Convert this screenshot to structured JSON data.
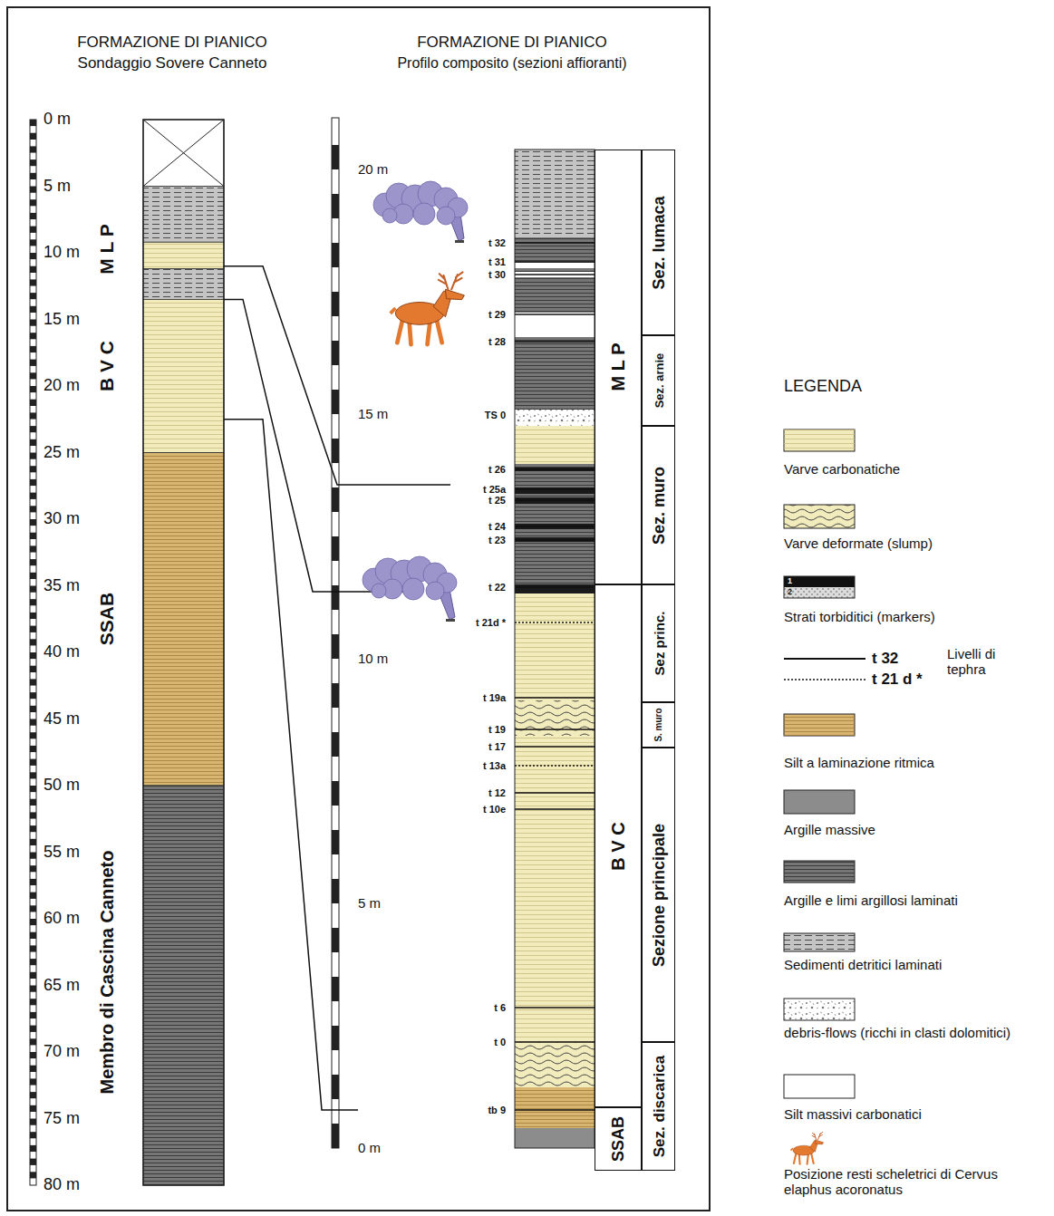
{
  "diagram": {
    "nodes": [
      {
        "text": [
          "M L P"
        ]
      },
      {
        "text": [
          "B V C"
        ]
      },
      {
        "text": [
          "SSAB"
        ]
      },
      {
        "text": [
          "Sez. lumaca"
        ]
      },
      {
        "text": [
          "Sez. arnie"
        ]
      },
      {
        "text": [
          "Sez. muro"
        ]
      },
      {
        "text": [
          "Sez princ."
        ]
      },
      {
        "text": [
          "S. muro"
        ]
      },
      {
        "text": [
          "Sezione principale"
        ]
      },
      {
        "text": [
          "Sez. discarica"
        ]
      }
    ],
    "labels": [
      "FORMAZIONE DI PIANICO",
      "Sondaggio Sovere Canneto",
      "FORMAZIONE DI PIANICO",
      "Profilo composito (sezioni affioranti)",
      "0 m",
      "5 m",
      "10 m",
      "15 m",
      "20 m",
      "25 m",
      "30 m",
      "35 m",
      "40 m",
      "45 m",
      "50 m",
      "55 m",
      "60 m",
      "65 m",
      "70 m",
      "75 m",
      "80 m",
      "20 m",
      "15 m",
      "10 m",
      "5 m",
      "0 m",
      "M L P",
      "B V C",
      "SSAB",
      "Membro di Cascina Canneto",
      "t 32",
      "t 31",
      "t 30",
      "t 29",
      "t 28",
      "TS 0",
      "t 26",
      "t 25a",
      "t 25",
      "t 24",
      "t 23",
      "t 22",
      "t 21d *",
      "t 19a",
      "t 19",
      "t 17",
      "t 13a",
      "t 12",
      "t 10e",
      "t 6",
      "t 0",
      "tb 9",
      "LEGENDA",
      "1",
      "2",
      "t 32",
      "t 21 d *"
    ],
    "legend": [
      {
        "text": "Varve carbonatiche",
        "color": "#f2ecbc"
      },
      {
        "text": "Varve deformate (slump)"
      },
      {
        "text": "Strati torbiditici (markers)"
      },
      {
        "text": "Livelli di tephra"
      },
      {
        "text": "Silt a laminazione ritmica",
        "color": "#d8b672"
      },
      {
        "text": "Argille massive",
        "color": "#8c8c8c"
      },
      {
        "text": "Argille e limi argillosi laminati",
        "color": "#767676"
      },
      {
        "text": "Sedimenti detritici laminati"
      },
      {
        "text": "debris-flows (ricchi in clasti dolomitici)"
      },
      {
        "text": "Silt massivi carbonatici",
        "color": "#ffffff"
      },
      {
        "text": "Posizione resti scheletrici di Cervus elaphus acoronatus"
      }
    ]
  }
}
